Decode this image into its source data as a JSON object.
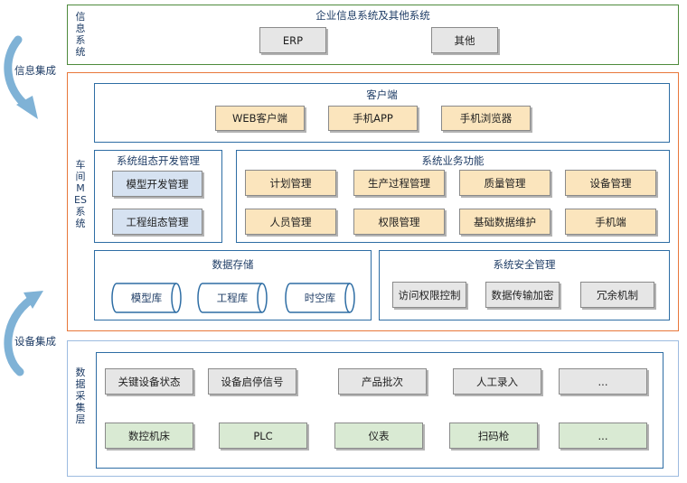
{
  "side_labels": {
    "info_integration": "信息集成",
    "device_integration": "设备集成"
  },
  "info_system": {
    "label": "信息系统",
    "title": "企业信息系统及其他系统",
    "items": [
      "ERP",
      "其他"
    ]
  },
  "mes": {
    "label": "车间MES系统",
    "client": {
      "title": "客户端",
      "items": [
        "WEB客户端",
        "手机APP",
        "手机浏览器"
      ]
    },
    "config": {
      "title": "系统组态开发管理",
      "items": [
        "模型开发管理",
        "工程组态管理"
      ]
    },
    "business": {
      "title": "系统业务功能",
      "items": [
        "计划管理",
        "生产过程管理",
        "质量管理",
        "设备管理",
        "人员管理",
        "权限管理",
        "基础数据维护",
        "手机端"
      ]
    },
    "storage": {
      "title": "数据存储",
      "items": [
        "模型库",
        "工程库",
        "时空库"
      ]
    },
    "security": {
      "title": "系统安全管理",
      "items": [
        "访问权限控制",
        "数据传输加密",
        "冗余机制"
      ]
    }
  },
  "data_layer": {
    "label": "数据采集层",
    "row1": [
      "关键设备状态",
      "设备启停信号",
      "产品批次",
      "人工录入",
      "..."
    ],
    "row2": [
      "数控机床",
      "PLC",
      "仪表",
      "扫码枪",
      "..."
    ]
  },
  "colors": {
    "info_frame": "#4e8a3c",
    "mes_frame": "#e8773a",
    "data_frame": "#9dbbe0",
    "panel_border": "#2e6da4",
    "arrow": "#7fb2d6"
  }
}
